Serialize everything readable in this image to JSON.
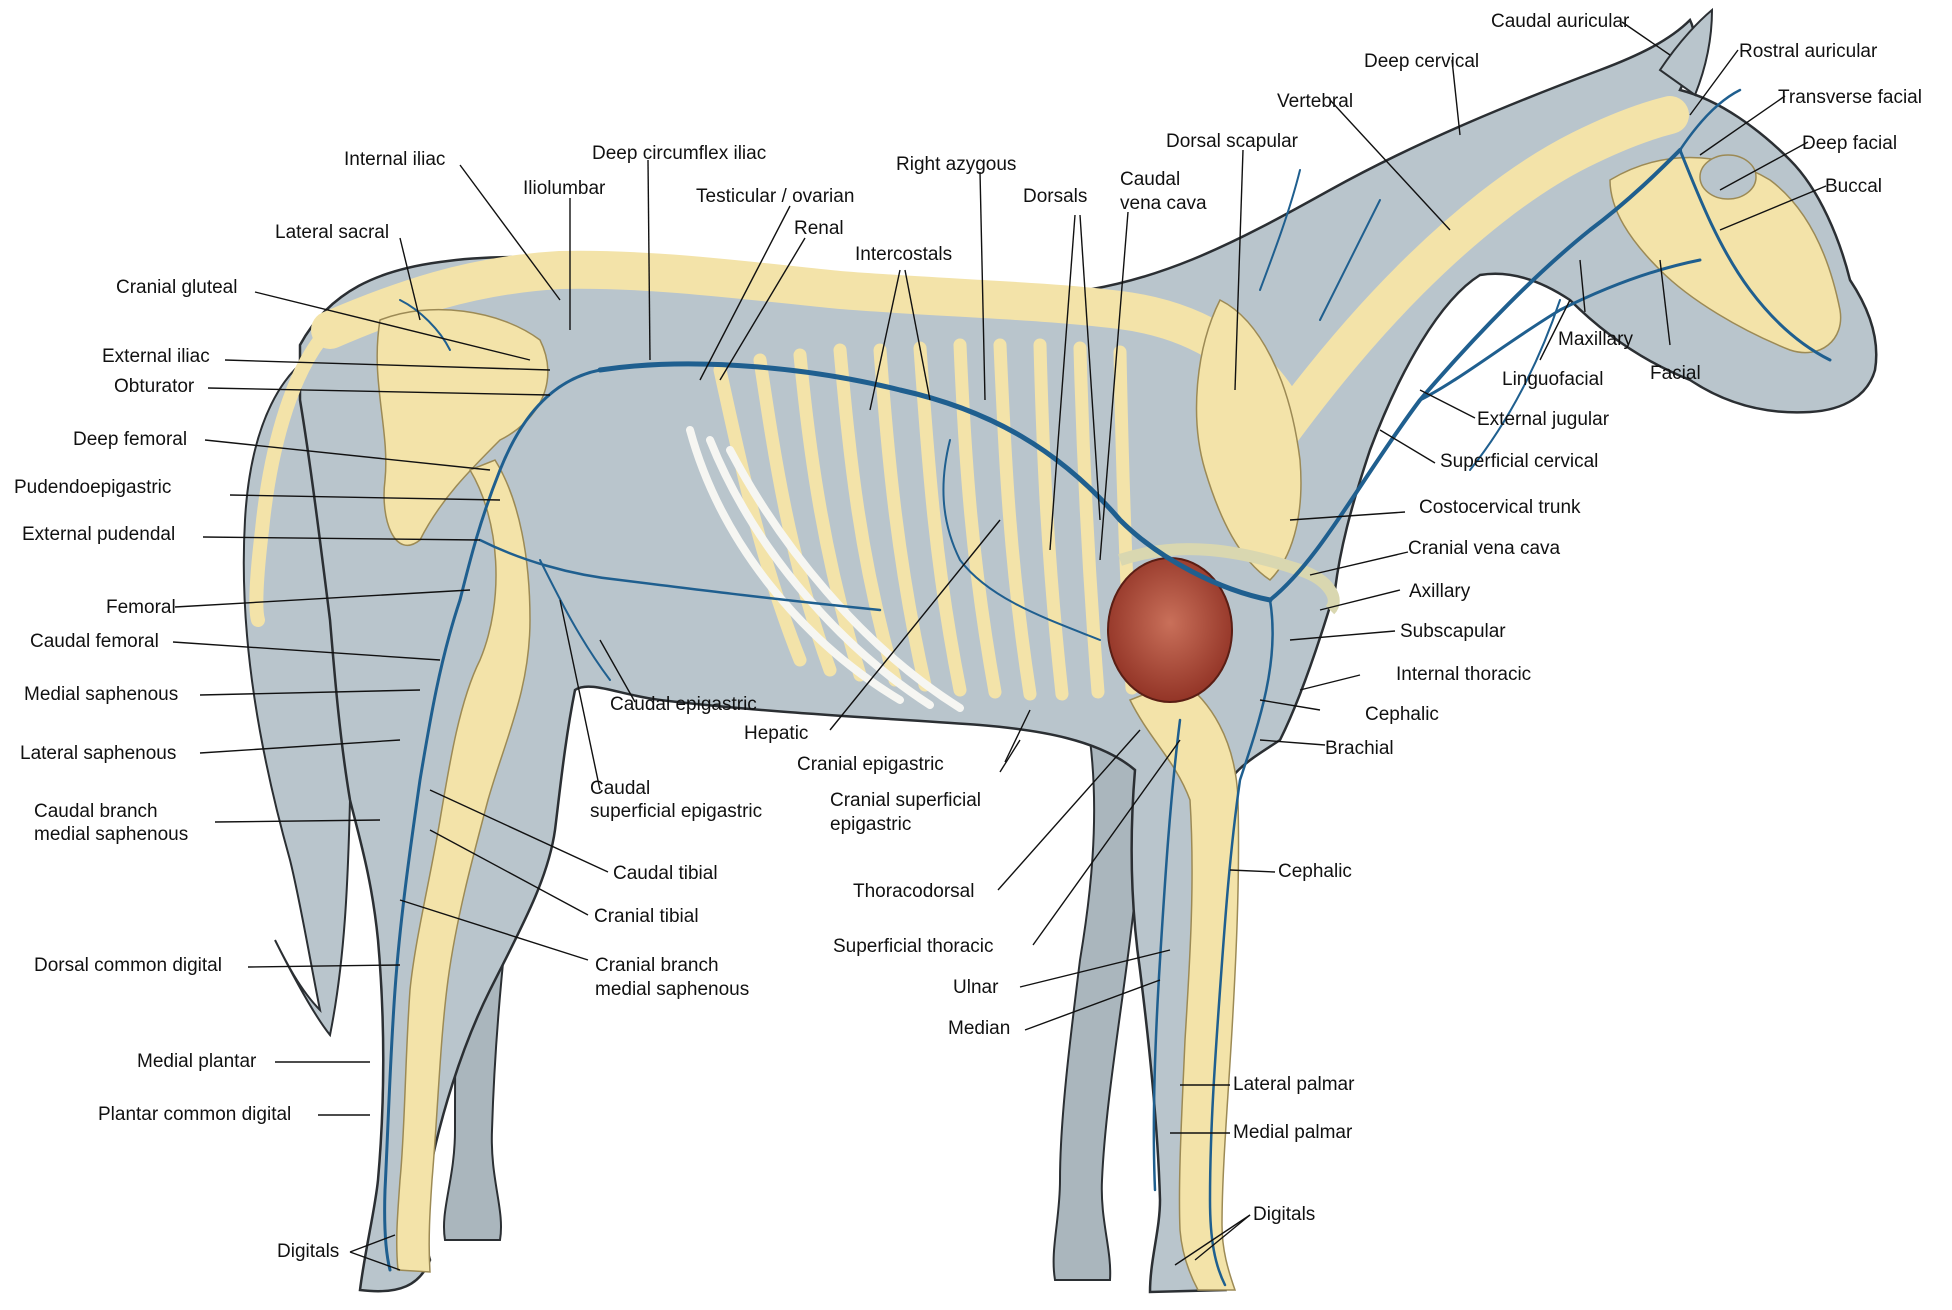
{
  "diagram": {
    "colors": {
      "body": "#b9c5cc",
      "outline": "#2b2f33",
      "bone": "#f3e3a9",
      "vein": "#1f5f8f",
      "heart": "#a8432f",
      "background": "#ffffff"
    },
    "labels": {
      "caudal_auricular": "Caudal auricular",
      "rostral_auricular": "Rostral auricular",
      "deep_cervical": "Deep cervical",
      "transverse_facial": "Transverse facial",
      "vertebral": "Vertebral",
      "deep_facial": "Deep facial",
      "dorsal_scapular": "Dorsal scapular",
      "buccal": "Buccal",
      "internal_iliac": "Internal iliac",
      "deep_circumflex_iliac": "Deep circumflex iliac",
      "right_azygous": "Right azygous",
      "caudal_vena_cava_1": "Caudal",
      "caudal_vena_cava_2": "vena cava",
      "iliolumbar": "Iliolumbar",
      "testicular_ovarian": "Testicular / ovarian",
      "dorsals": "Dorsals",
      "lateral_sacral": "Lateral sacral",
      "renal": "Renal",
      "intercostals": "Intercostals",
      "cranial_gluteal": "Cranial gluteal",
      "maxillary": "Maxillary",
      "facial": "Facial",
      "external_iliac": "External iliac",
      "linguofacial": "Linguofacial",
      "obturator": "Obturator",
      "external_jugular": "External jugular",
      "deep_femoral": "Deep femoral",
      "superficial_cervical": "Superficial cervical",
      "pudendoepigastric": "Pudendoepigastric",
      "costocervical_trunk": "Costocervical trunk",
      "external_pudendal": "External pudendal",
      "cranial_vena_cava": "Cranial vena cava",
      "axillary": "Axillary",
      "femoral": "Femoral",
      "subscapular": "Subscapular",
      "caudal_femoral": "Caudal femoral",
      "internal_thoracic": "Internal  thoracic",
      "medial_saphenous": "Medial saphenous",
      "caudal_epigastric": "Caudal epigastric",
      "cephalic_upper": "Cephalic",
      "hepatic": "Hepatic",
      "brachial": "Brachial",
      "lateral_saphenous": "Lateral saphenous",
      "cranial_epigastric": "Cranial epigastric",
      "caudal_superficial_epigastric_1": "Caudal",
      "caudal_superficial_epigastric_2": "superficial epigastric",
      "cranial_superficial_epigastric_1": "Cranial superficial",
      "cranial_superficial_epigastric_2": "epigastric",
      "caudal_branch_medial_saphenous_1": "Caudal branch",
      "caudal_branch_medial_saphenous_2": "medial saphenous",
      "caudal_tibial": "Caudal tibial",
      "cephalic_lower": "Cephalic",
      "thoracodorsal": "Thoracodorsal",
      "cranial_tibial": "Cranial tibial",
      "superficial_thoracic": "Superficial thoracic",
      "dorsal_common_digital": "Dorsal common digital",
      "cranial_branch_medial_saphenous_1": "Cranial branch",
      "cranial_branch_medial_saphenous_2": "medial saphenous",
      "ulnar": "Ulnar",
      "median": "Median",
      "medial_plantar": "Medial plantar",
      "lateral_palmar": "Lateral palmar",
      "plantar_common_digital": "Plantar common digital",
      "medial_palmar": "Medial palmar",
      "digitals_front": "Digitals",
      "digitals_hind": "Digitals"
    }
  }
}
